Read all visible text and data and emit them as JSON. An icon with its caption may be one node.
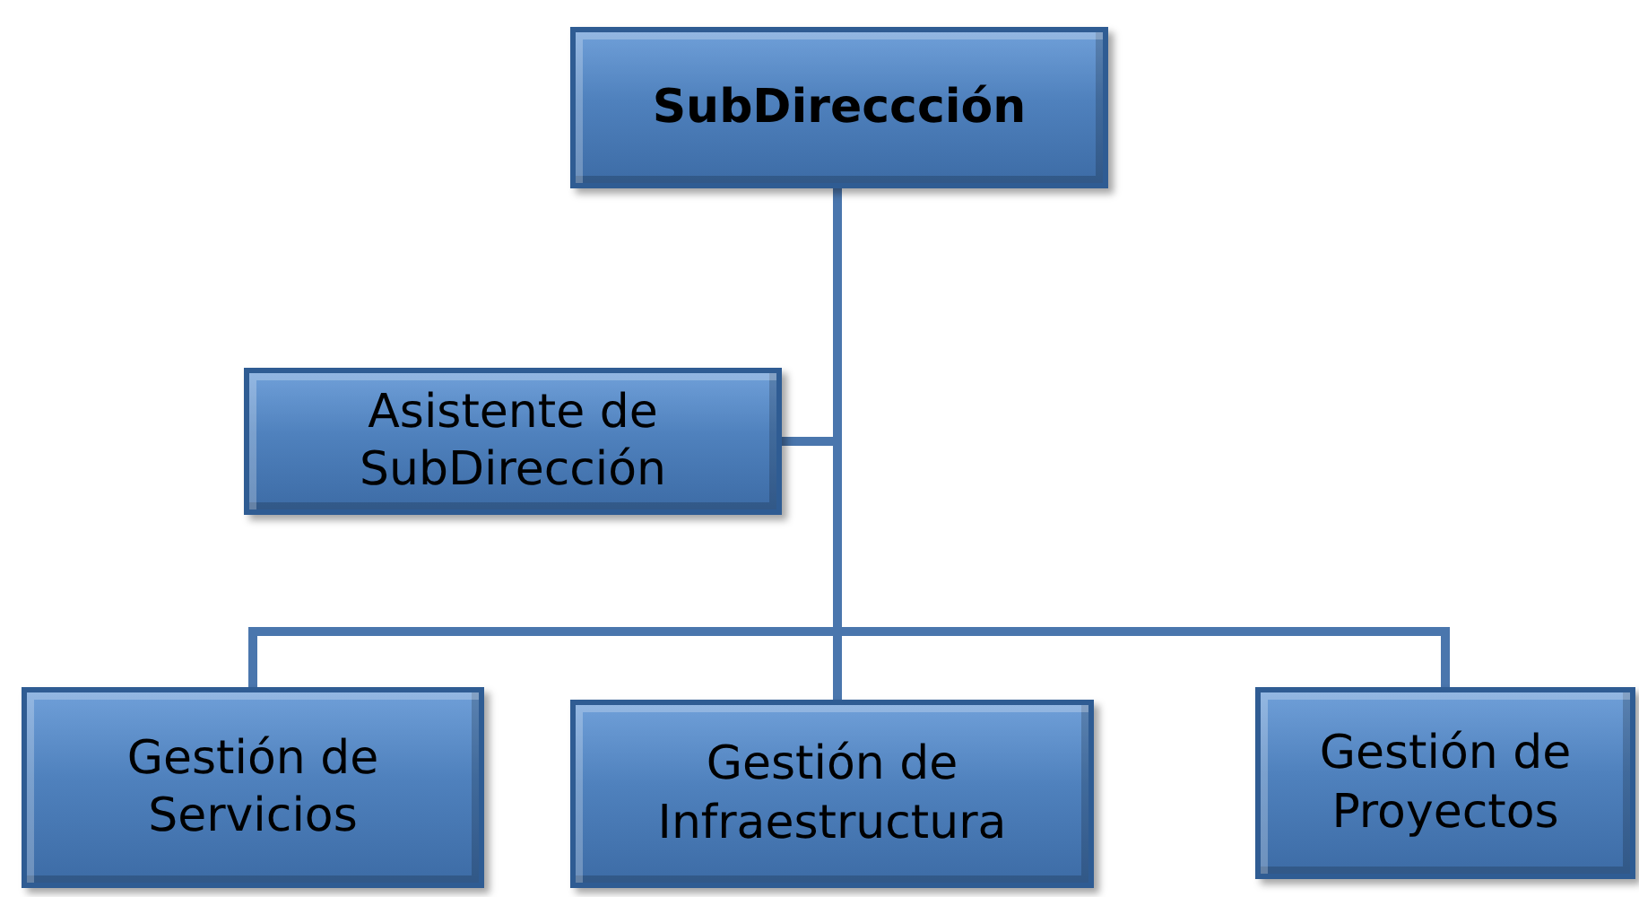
{
  "diagram": {
    "nodes": [
      {
        "text": [
          "SubDireccción"
        ]
      },
      {
        "text": [
          "Asistente de SubDirección"
        ]
      },
      {
        "text": [
          "Gestión de Servicios"
        ]
      },
      {
        "text": [
          "Gestión de Infraestructura"
        ]
      },
      {
        "text": [
          "Gestión de Proyectos"
        ]
      }
    ],
    "edges": [
      {
        "from": 0,
        "to": 1,
        "arrow": "none"
      },
      {
        "from": 0,
        "to": 2,
        "arrow": "none"
      },
      {
        "from": 0,
        "to": 3,
        "arrow": "none"
      },
      {
        "from": 0,
        "to": 4,
        "arrow": "none"
      }
    ]
  }
}
